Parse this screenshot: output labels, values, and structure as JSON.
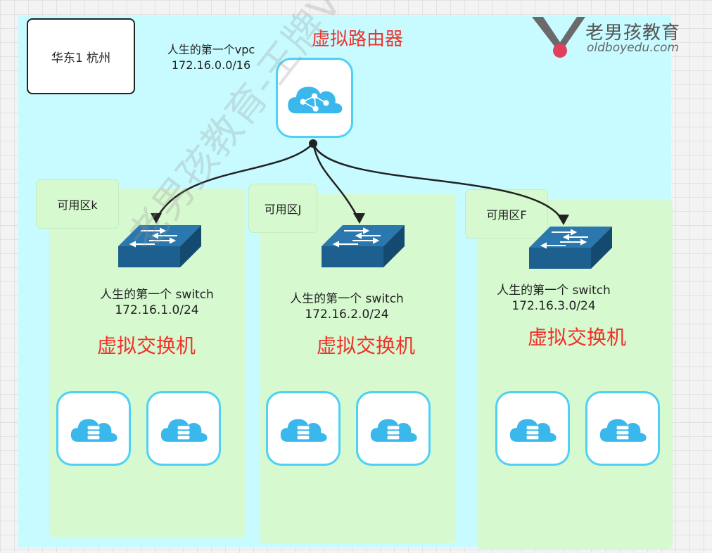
{
  "region": {
    "label": "华东1 杭州"
  },
  "vpc": {
    "name": "人生的第一个vpc",
    "cidr": "172.16.0.0/16"
  },
  "router": {
    "label": "虚拟路由器",
    "icon": "cloud-network-icon"
  },
  "zones": [
    {
      "tag": "可用区k",
      "switch_name": "人生的第一个 switch",
      "cidr": "172.16.1.0/24",
      "vswitch_label": "虚拟交换机"
    },
    {
      "tag": "可用区J",
      "switch_name": "人生的第一个 switch",
      "cidr": "172.16.2.0/24",
      "vswitch_label": "虚拟交换机"
    },
    {
      "tag": "可用区F",
      "switch_name": "人生的第一个 switch",
      "cidr": "172.16.3.0/24",
      "vswitch_label": "虚拟交换机"
    }
  ],
  "logo": {
    "name": "老男孩教育",
    "url": "oldboyedu.com"
  },
  "watermark": "老男孩教育-王牌VIP班",
  "colors": {
    "vpc": "#c8fbff",
    "zone": "#d6f9cf",
    "accent_red": "#f0302a",
    "icon_blue": "#3ab8ec",
    "switch_blue": "#1d5f8f"
  }
}
